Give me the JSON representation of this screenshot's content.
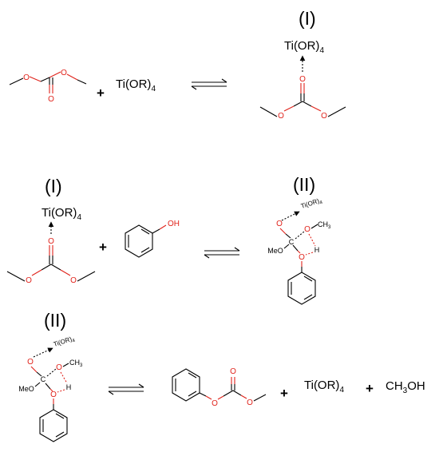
{
  "labels": {
    "complex_I": "(I)",
    "complex_II": "(II)",
    "plus": "+"
  },
  "atoms": {
    "oxygen": "O",
    "carbon": "C",
    "hydrogen": "H",
    "hydroxyl": "OH",
    "methoxy": "MeO",
    "methyl_C": "CH",
    "methyl_sub": "3"
  },
  "reagents": {
    "ti_main": "Ti(OR)",
    "ti_sub": "4",
    "methanol_a": "CH",
    "methanol_sub": "3",
    "methanol_b": "OH"
  },
  "colors": {
    "oxygen": "#e0231b",
    "bond": "#000000"
  }
}
